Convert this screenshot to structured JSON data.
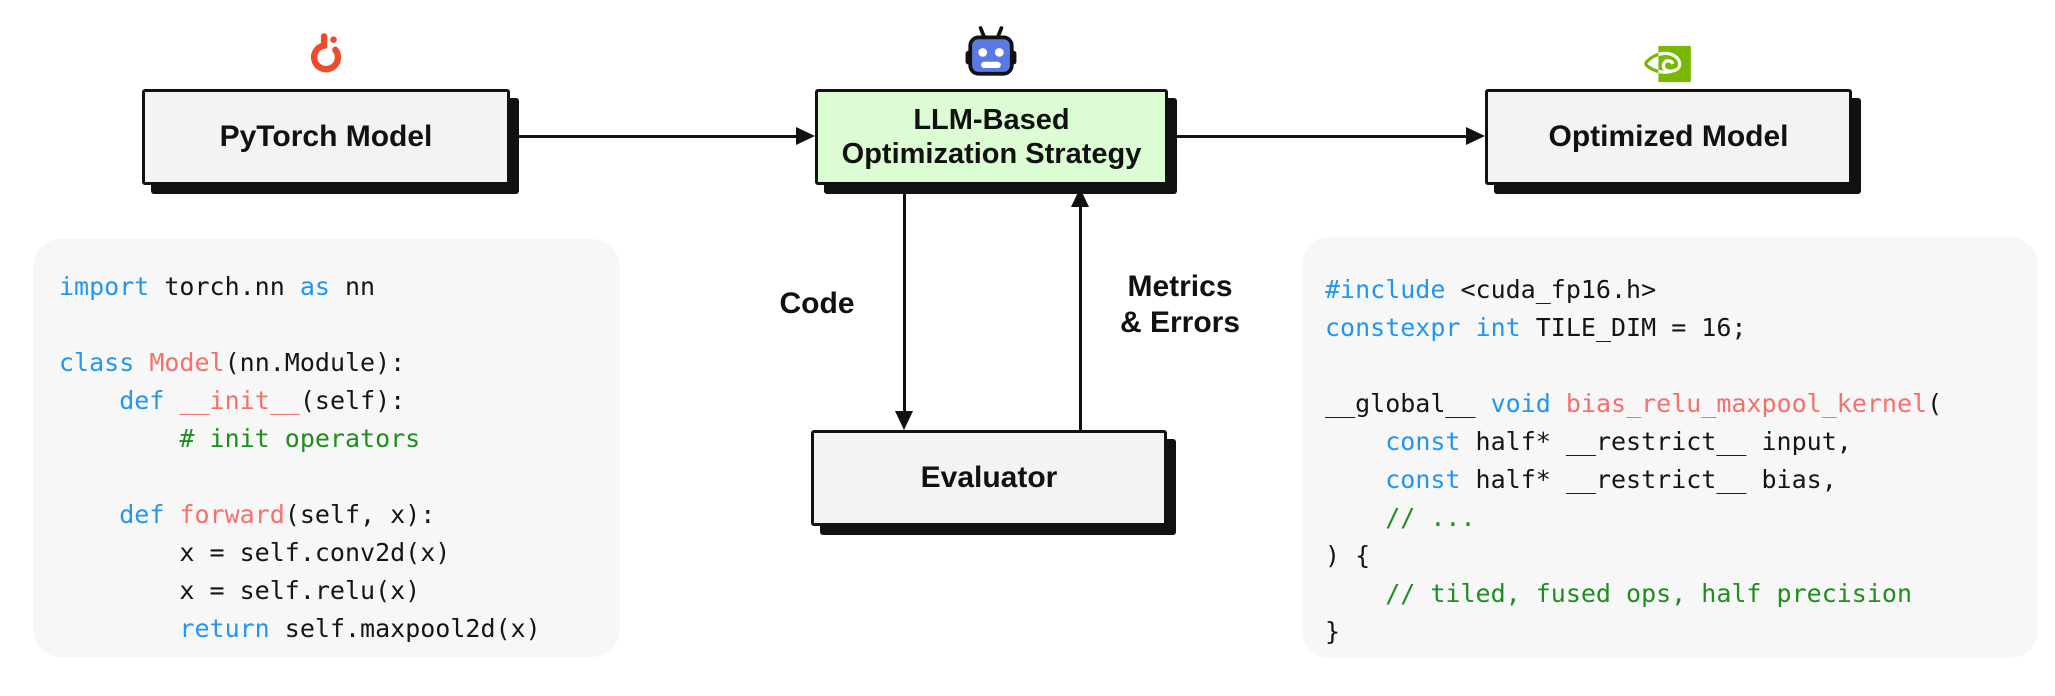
{
  "diagram": {
    "nodes": {
      "pytorch": {
        "label": "PyTorch Model"
      },
      "llm": {
        "label_line1": "LLM-Based",
        "label_line2": "Optimization Strategy"
      },
      "optimized": {
        "label": "Optimized Model"
      },
      "evaluator": {
        "label": "Evaluator"
      }
    },
    "edge_labels": {
      "code": "Code",
      "metrics_line1": "Metrics",
      "metrics_line2": "& Errors"
    },
    "icons": {
      "pytorch": "pytorch-flame-icon",
      "llm": "robot-icon",
      "optimized": "nvidia-icon"
    },
    "colors": {
      "outline": "#111111",
      "node_fill": "#f3f3f3",
      "llm_node_fill": "#dcfcd4",
      "panel_fill": "#f7f7f7",
      "pytorch_orange": "#ee4c2c",
      "robot_blue": "#5b79e4",
      "nvidia_green": "#76b900",
      "code_keyword": "#2196f3",
      "code_function": "#f4716b",
      "code_comment": "#1e8e1e",
      "code_text": "#151515"
    }
  },
  "code_panels": {
    "left": {
      "language": "python",
      "lines": [
        [
          [
            "kw",
            "import"
          ],
          [
            "pl",
            " torch.nn "
          ],
          [
            "kw",
            "as"
          ],
          [
            "pl",
            " nn"
          ]
        ],
        [],
        [
          [
            "kw",
            "class"
          ],
          [
            "pl",
            " "
          ],
          [
            "fn",
            "Model"
          ],
          [
            "pl",
            "(nn.Module):"
          ]
        ],
        [
          [
            "pl",
            "    "
          ],
          [
            "kw",
            "def"
          ],
          [
            "pl",
            " "
          ],
          [
            "fn",
            "__init__"
          ],
          [
            "pl",
            "(self):"
          ]
        ],
        [
          [
            "cm",
            "        # init operators"
          ]
        ],
        [],
        [
          [
            "pl",
            "    "
          ],
          [
            "kw",
            "def"
          ],
          [
            "pl",
            " "
          ],
          [
            "fn",
            "forward"
          ],
          [
            "pl",
            "(self, x):"
          ]
        ],
        [
          [
            "pl",
            "        x = self.conv2d(x)"
          ]
        ],
        [
          [
            "pl",
            "        x = self.relu(x)"
          ]
        ],
        [
          [
            "pl",
            "        "
          ],
          [
            "kw",
            "return"
          ],
          [
            "pl",
            " self.maxpool2d(x)"
          ]
        ]
      ]
    },
    "right": {
      "language": "cuda",
      "lines": [
        [
          [
            "kw",
            "#include"
          ],
          [
            "pl",
            " <cuda_fp16.h>"
          ]
        ],
        [
          [
            "kw",
            "constexpr"
          ],
          [
            "pl",
            " "
          ],
          [
            "kw",
            "int"
          ],
          [
            "pl",
            " TILE_DIM = 16;"
          ]
        ],
        [],
        [
          [
            "pl",
            "__global__ "
          ],
          [
            "kw",
            "void"
          ],
          [
            "pl",
            " "
          ],
          [
            "fn",
            "bias_relu_maxpool_kernel"
          ],
          [
            "pl",
            "("
          ]
        ],
        [
          [
            "pl",
            "    "
          ],
          [
            "kw",
            "const"
          ],
          [
            "pl",
            " half* __restrict__ input,"
          ]
        ],
        [
          [
            "pl",
            "    "
          ],
          [
            "kw",
            "const"
          ],
          [
            "pl",
            " half* __restrict__ bias,"
          ]
        ],
        [
          [
            "cm",
            "    // ..."
          ]
        ],
        [
          [
            "pl",
            ") {"
          ]
        ],
        [
          [
            "cm",
            "    // tiled, fused ops, half precision"
          ]
        ],
        [
          [
            "pl",
            "}"
          ]
        ]
      ]
    }
  }
}
